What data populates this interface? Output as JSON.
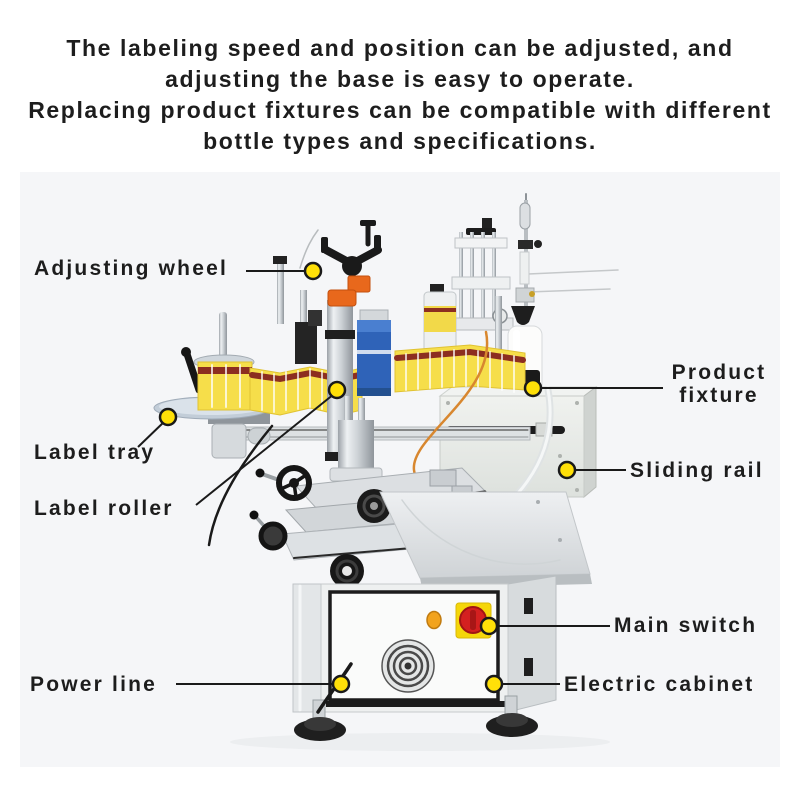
{
  "heading": {
    "lines": [
      "The labeling speed and position can be adjusted, and",
      "adjusting the base is easy to operate.",
      "Replacing product fixtures can be compatible with different",
      "bottle types and specifications."
    ]
  },
  "callouts": [
    {
      "id": "adjusting-wheel",
      "label": "Adjusting wheel"
    },
    {
      "id": "product-fixture",
      "label": "Product fixture"
    },
    {
      "id": "label-tray",
      "label": "Label tray"
    },
    {
      "id": "sliding-rail",
      "label": "Sliding rail"
    },
    {
      "id": "label-roller",
      "label": "Label roller"
    },
    {
      "id": "main-switch",
      "label": "Main switch"
    },
    {
      "id": "power-line",
      "label": "Power line"
    },
    {
      "id": "electric-cabinet",
      "label": "Electric cabinet"
    }
  ],
  "colors": {
    "text": "#1d1d1d",
    "panel_background": "#f5f6f8",
    "callout_dot": "#ffe008",
    "callout_line": "#1a1a1a",
    "label_roll_yellow": "#f6de4a",
    "label_stripe_red": "#8c2e20",
    "machine_blue": "#2f63b8",
    "machine_orange": "#e8681c",
    "switch_plate_yellow": "#f5d60a",
    "switch_red": "#d42020"
  }
}
